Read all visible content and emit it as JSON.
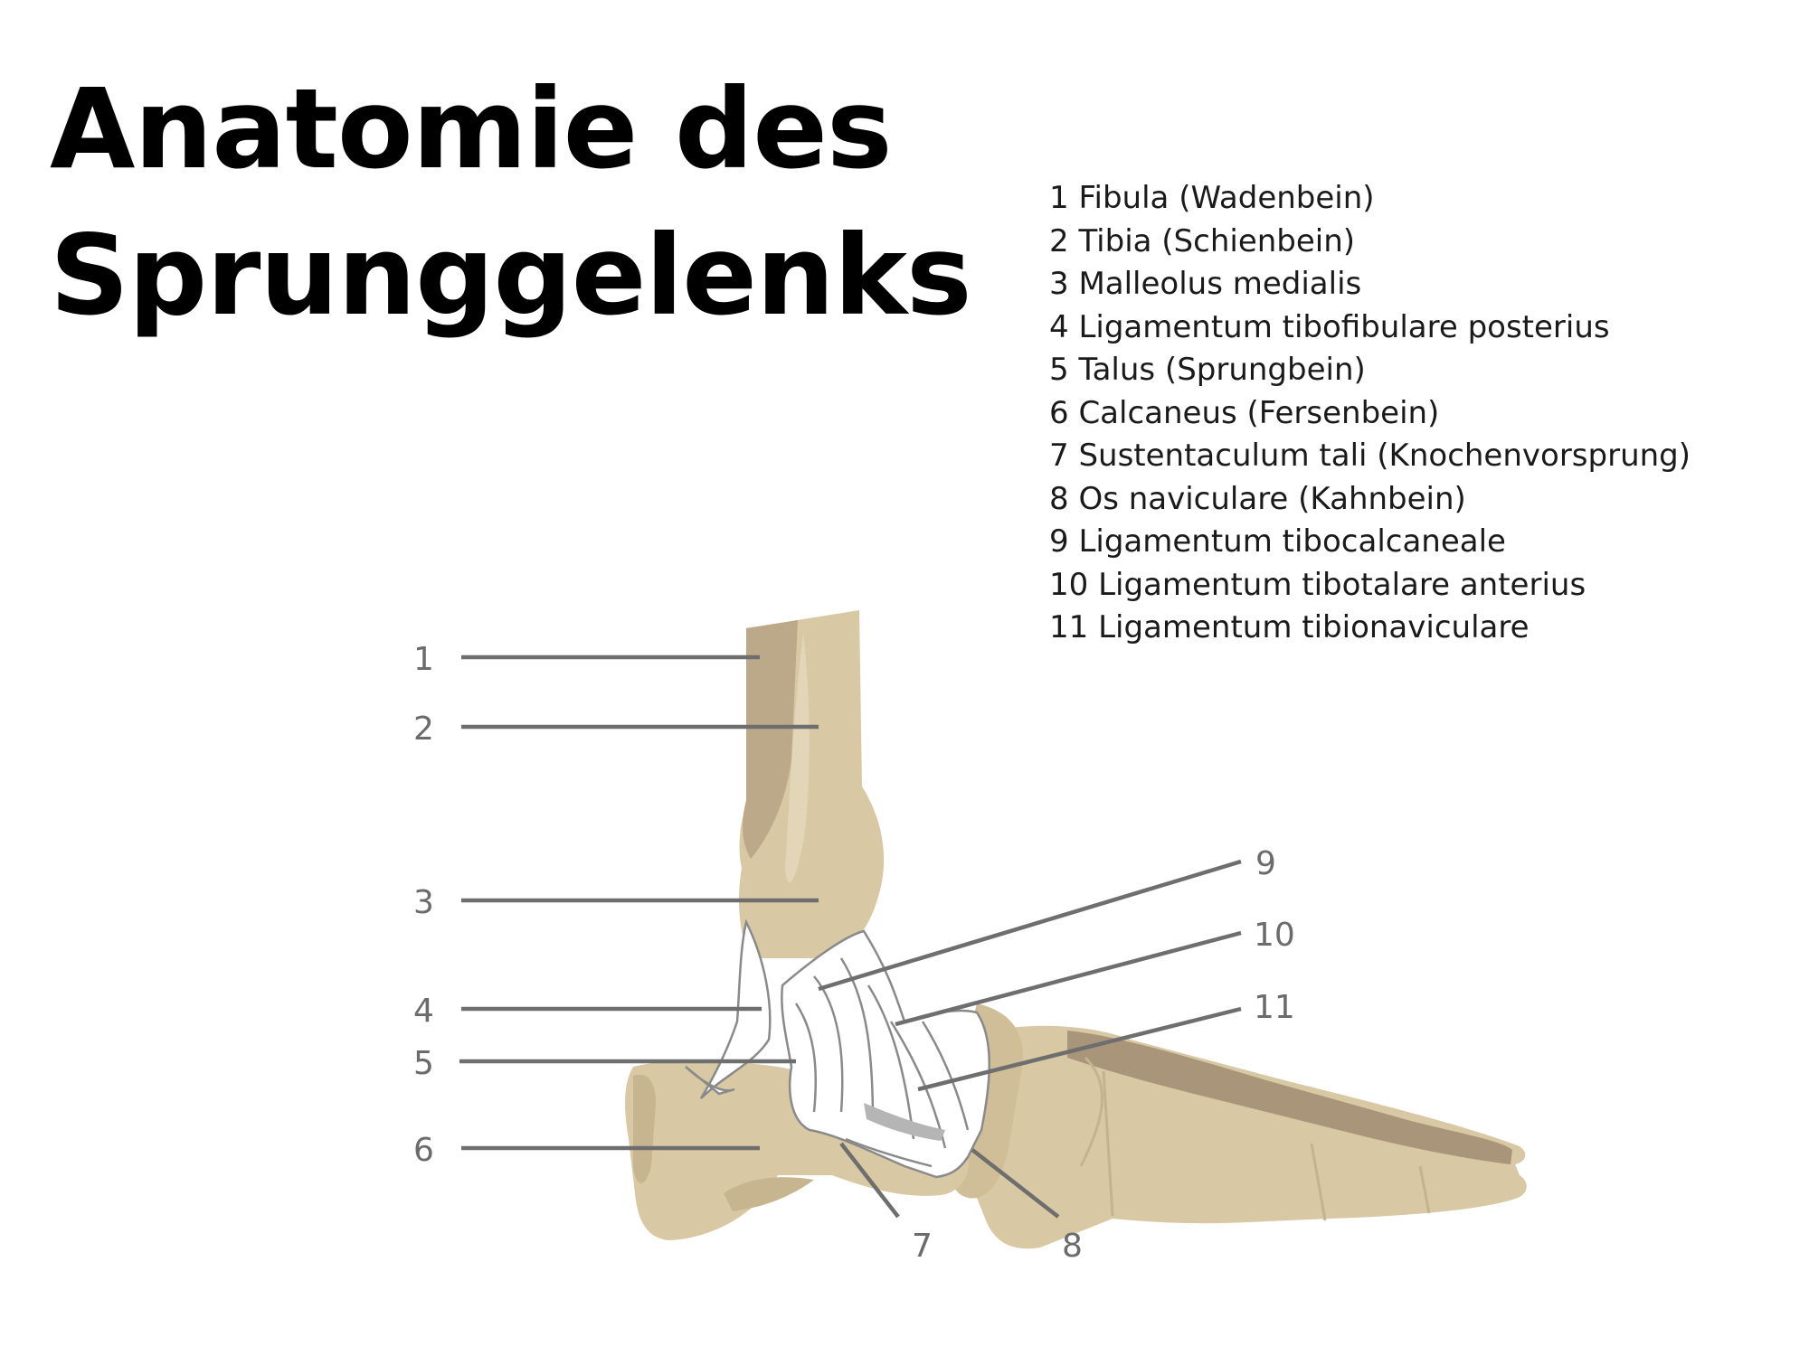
{
  "title": {
    "line1": "Anatomie des",
    "line2": "Sprunggelenks"
  },
  "legend": [
    "1 Fibula (Wadenbein)",
    "2 Tibia (Schienbein)",
    "3 Malleolus medialis",
    "4 Ligamentum tibofibulare posterius",
    "5 Talus (Sprungbein)",
    "6 Calcaneus (Fersenbein)",
    "7 Sustentaculum tali (Knochenvorsprung)",
    "8 Os naviculare (Kahnbein)",
    "9 Ligamentum tibocalcaneale",
    "10 Ligamentum tibotalare anterius",
    "11 Ligamentum tibionaviculare"
  ],
  "callouts": [
    "1",
    "2",
    "3",
    "4",
    "5",
    "6",
    "7",
    "8",
    "9",
    "10",
    "11"
  ],
  "colors": {
    "bone": "#d8c8a4",
    "bone_shadow": "#bba98a",
    "bone_dark": "#a8957a",
    "ligament": "#ffffff",
    "ligament_line": "#8a8a8a",
    "leader": "#6e6e6e"
  }
}
